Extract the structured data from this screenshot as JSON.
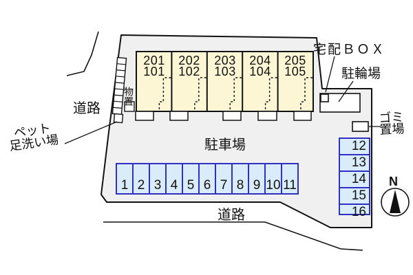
{
  "building": {
    "units": [
      {
        "upper": "201",
        "lower": "101"
      },
      {
        "upper": "202",
        "lower": "102"
      },
      {
        "upper": "203",
        "lower": "103"
      },
      {
        "upper": "204",
        "lower": "104"
      },
      {
        "upper": "205",
        "lower": "105"
      }
    ]
  },
  "labels": {
    "delivery_box": "宅配ＢＯＸ",
    "bicycle_parking": "駐輪場",
    "garbage_line1": "ゴミ",
    "garbage_line2": "置場",
    "road_left": "道路",
    "road_bottom": "道路",
    "parking_lot": "駐車場",
    "storage": "物置",
    "pet_wash_line1": "ペット",
    "pet_wash_line2": "足洗い場",
    "north": "N"
  },
  "parking_row": {
    "spaces": [
      "1",
      "2",
      "3",
      "4",
      "5",
      "6",
      "7",
      "8",
      "9",
      "10",
      "11"
    ]
  },
  "parking_col": {
    "spaces": [
      "12",
      "13",
      "14",
      "15",
      "16"
    ]
  },
  "colors": {
    "site_fill": "#f0f0f0",
    "building_fill": "#fcf6d4",
    "parking_fill": "#d9ecf9",
    "parking_border": "#2f2fc2",
    "line": "#111111"
  }
}
